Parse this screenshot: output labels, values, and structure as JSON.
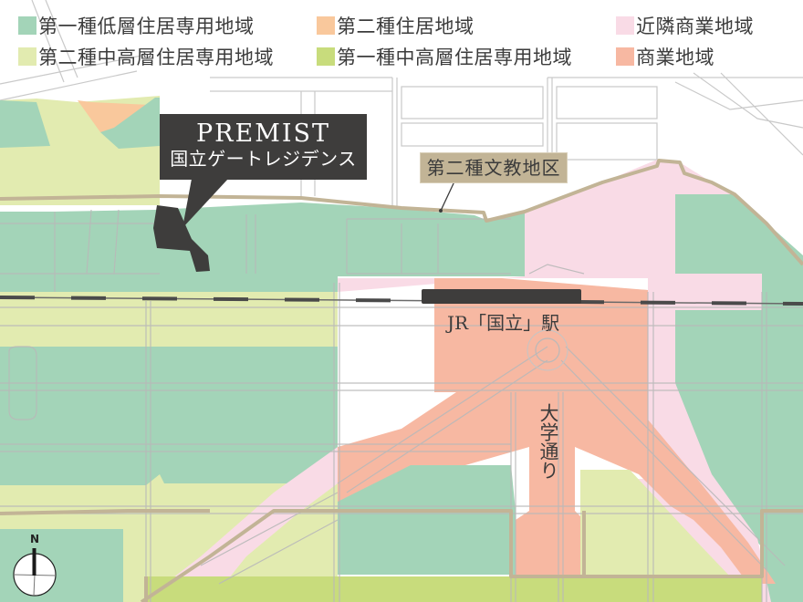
{
  "legend": {
    "items": [
      {
        "label": "第一種低層住居専用地域",
        "color": "#a3d4b8"
      },
      {
        "label": "第二種住居地域",
        "color": "#f9c89c"
      },
      {
        "label": "近隣商業地域",
        "color": "#f9dbe6"
      },
      {
        "label": "第二種中高層住居専用地域",
        "color": "#e2ebb0"
      },
      {
        "label": "第一種中高層住居専用地域",
        "color": "#c8dc7c"
      },
      {
        "label": "商業地域",
        "color": "#f7b8a2"
      }
    ]
  },
  "property": {
    "name": "PREMIST",
    "subtitle": "国立ゲートレジデンス",
    "marker_color": "#3e3d3c"
  },
  "district": {
    "label": "第二種文教地区",
    "boundary_color": "#c2b496"
  },
  "station": {
    "label": "JR「国立」駅"
  },
  "street": {
    "label": "大学通り"
  },
  "compass": {
    "north_label": "N"
  },
  "colors": {
    "road_line": "#b9b9b9",
    "railway": "#4a4a4a",
    "background": "#ffffff"
  }
}
